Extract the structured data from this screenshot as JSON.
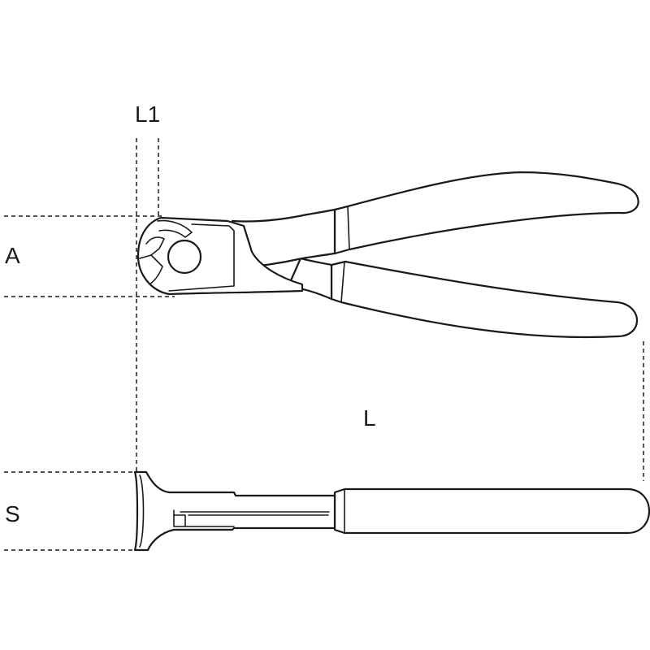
{
  "labels": {
    "l1": "L1",
    "a": "A",
    "l": "L",
    "s": "S"
  },
  "colors": {
    "stroke": "#1a1a1a",
    "background": "#ffffff"
  }
}
